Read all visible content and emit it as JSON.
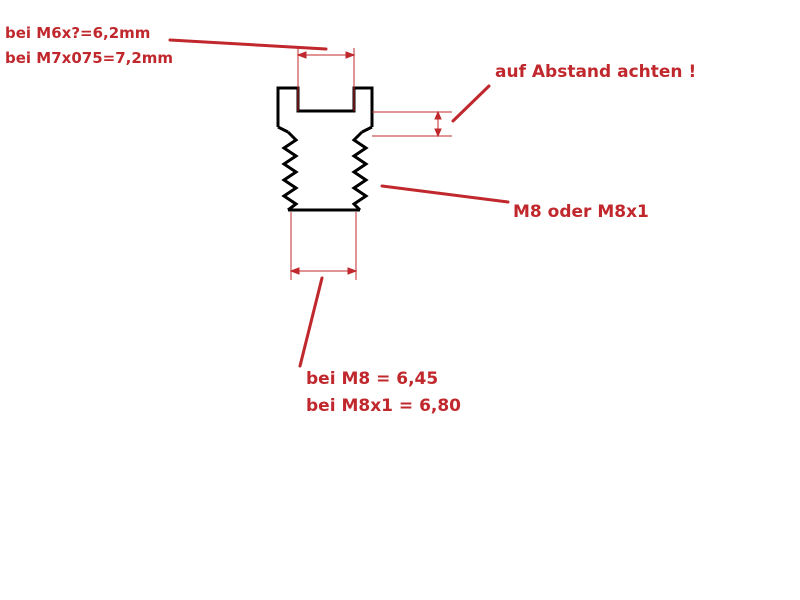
{
  "labels": {
    "m6": "bei M6x?=6,2mm",
    "m7": "bei M7x075=7,2mm",
    "abstand": "auf Abstand achten !",
    "thread": "M8 oder M8x1",
    "m8_value": "bei M8 = 6,45",
    "m8x1_value": "bei M8x1 = 6,80"
  },
  "colors": {
    "annotation": "#c0282d",
    "outline": "#000000",
    "background": "#ffffff"
  }
}
